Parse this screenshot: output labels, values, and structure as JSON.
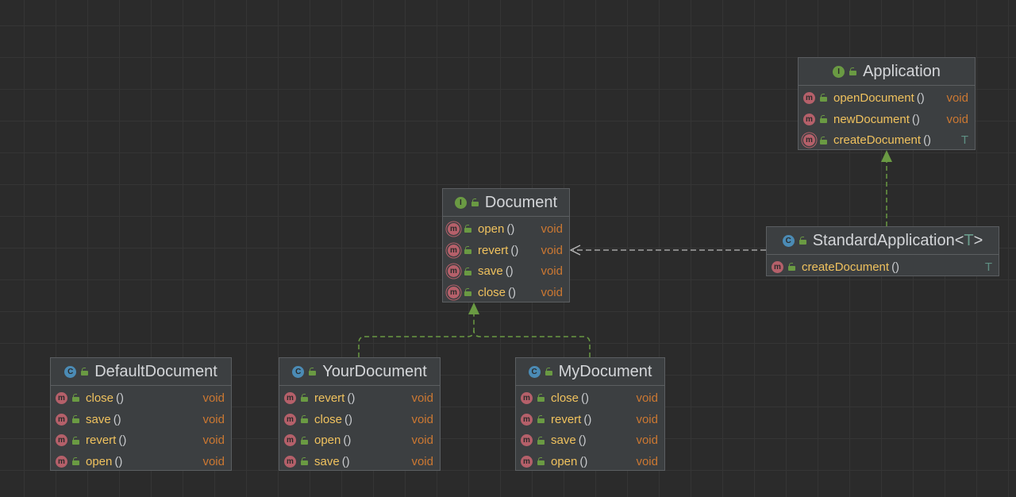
{
  "nodes": {
    "application": {
      "kind": "I",
      "name": "Application",
      "methods": [
        {
          "name": "openDocument",
          "params": "()",
          "ret": "void"
        },
        {
          "name": "newDocument",
          "params": "()",
          "ret": "void"
        },
        {
          "name": "createDocument",
          "params": "()",
          "ret": "T"
        }
      ]
    },
    "document": {
      "kind": "I",
      "name": "Document",
      "methods": [
        {
          "name": "open",
          "params": "()",
          "ret": "void"
        },
        {
          "name": "revert",
          "params": "()",
          "ret": "void"
        },
        {
          "name": "save",
          "params": "()",
          "ret": "void"
        },
        {
          "name": "close",
          "params": "()",
          "ret": "void"
        }
      ]
    },
    "standard_application": {
      "kind": "C",
      "name": "StandardApplication",
      "type_open": "<",
      "type_param": "T",
      "type_close": ">",
      "methods": [
        {
          "name": "createDocument",
          "params": "()",
          "ret": "T"
        }
      ]
    },
    "default_document": {
      "kind": "C",
      "name": "DefaultDocument",
      "methods": [
        {
          "name": "close",
          "params": "()",
          "ret": "void"
        },
        {
          "name": "save",
          "params": "()",
          "ret": "void"
        },
        {
          "name": "revert",
          "params": "()",
          "ret": "void"
        },
        {
          "name": "open",
          "params": "()",
          "ret": "void"
        }
      ]
    },
    "your_document": {
      "kind": "C",
      "name": "YourDocument",
      "methods": [
        {
          "name": "revert",
          "params": "()",
          "ret": "void"
        },
        {
          "name": "close",
          "params": "()",
          "ret": "void"
        },
        {
          "name": "open",
          "params": "()",
          "ret": "void"
        },
        {
          "name": "save",
          "params": "()",
          "ret": "void"
        }
      ]
    },
    "my_document": {
      "kind": "C",
      "name": "MyDocument",
      "methods": [
        {
          "name": "close",
          "params": "()",
          "ret": "void"
        },
        {
          "name": "revert",
          "params": "()",
          "ret": "void"
        },
        {
          "name": "save",
          "params": "()",
          "ret": "void"
        },
        {
          "name": "open",
          "params": "()",
          "ret": "void"
        }
      ]
    }
  },
  "method_badge": "m",
  "colors": {
    "background": "#2b2b2b",
    "implements_edge": "#6a9a43",
    "dependency_edge": "#bbbbbb",
    "method_name": "#f0c25e",
    "return_type": "#cc7832",
    "interface_badge": "#6a9a43",
    "class_badge": "#4b8bb5",
    "method_badge": "#b5606a"
  }
}
